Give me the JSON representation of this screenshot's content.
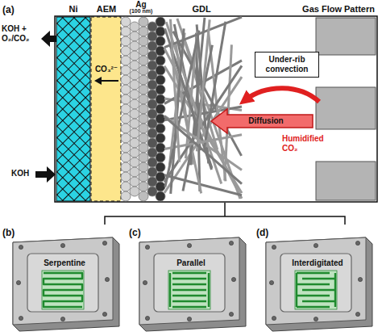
{
  "diagram": {
    "nodes": [
      {
        "text": [
          "Under-rib convection"
        ]
      },
      {
        "text": [
          "Serpentine"
        ]
      },
      {
        "text": [
          "Parallel"
        ]
      },
      {
        "text": [
          "Interdigitated"
        ]
      }
    ],
    "labels": [
      "(a)",
      "Ni",
      "AEM",
      "Ag",
      "(100 nm)",
      "GDL",
      "Gas Flow Pattern",
      "KOH + O₂/CO₂",
      "KOH",
      "CO₃²⁻",
      "Diffusion",
      "Humidified CO₂",
      "(b)",
      "(c)",
      "(d)"
    ]
  }
}
